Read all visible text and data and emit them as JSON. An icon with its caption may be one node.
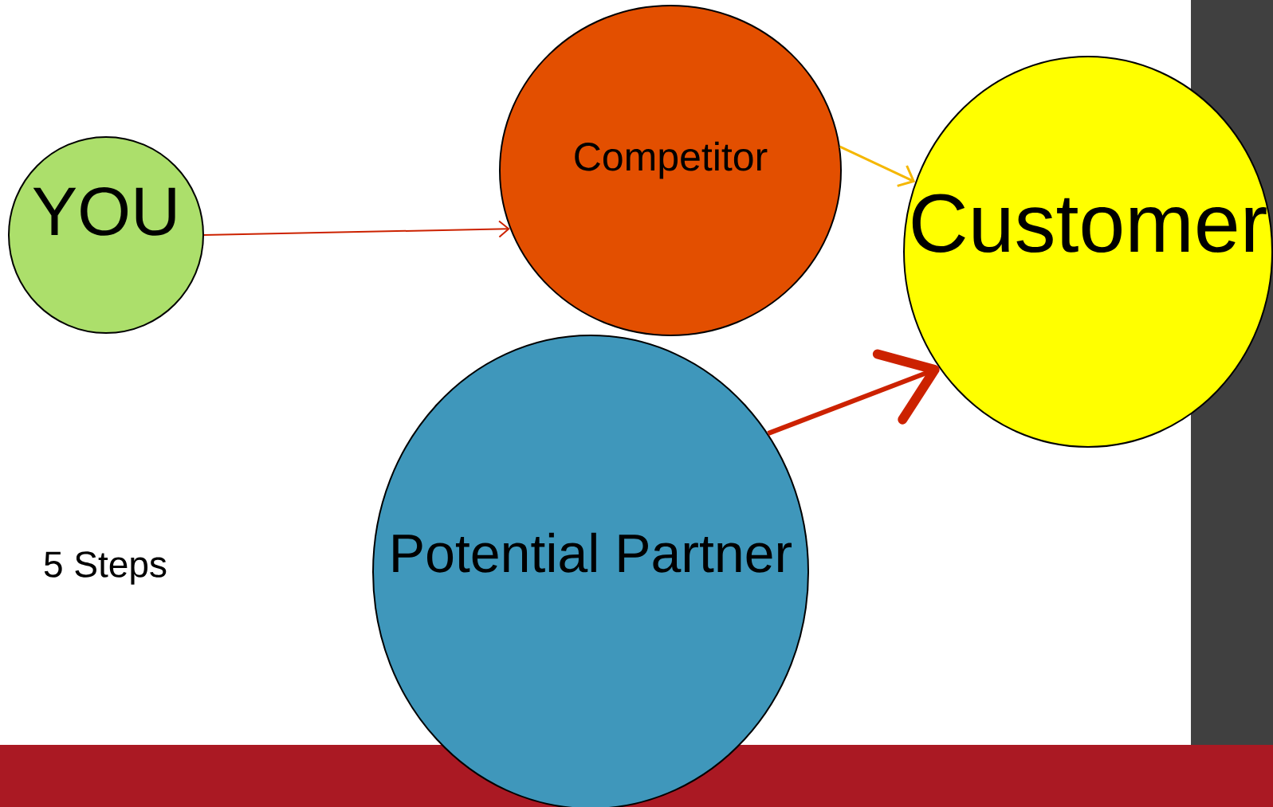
{
  "diagram": {
    "nodes": [
      {
        "text": [
          "YOU"
        ]
      },
      {
        "text": [
          "Competitor"
        ]
      },
      {
        "text": [
          "Customer"
        ]
      },
      {
        "text": [
          "Potential Partner"
        ]
      }
    ],
    "edges": [
      {
        "from": 0,
        "to": 1,
        "arrow": "to"
      },
      {
        "from": 1,
        "to": 2,
        "arrow": "to",
        "color": "#f5b700"
      },
      {
        "from": 3,
        "to": 2,
        "arrow": "to",
        "style": "thick"
      }
    ],
    "labels": [
      "5 Steps"
    ]
  }
}
